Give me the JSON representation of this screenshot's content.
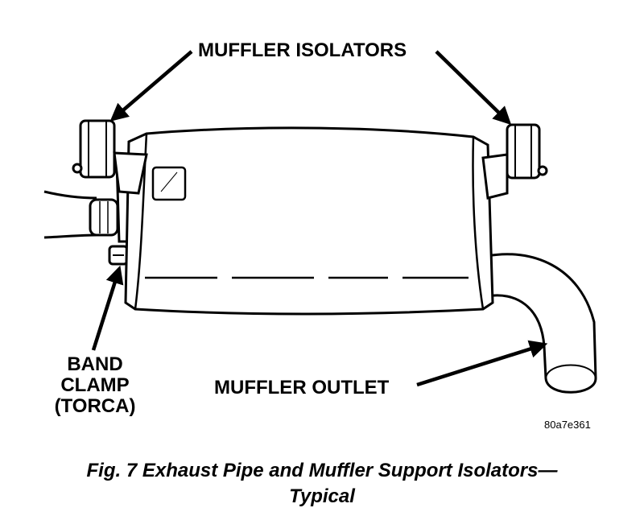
{
  "labels": {
    "muffler_isolators": "MUFFLER ISOLATORS",
    "band_clamp_line1": "BAND",
    "band_clamp_line2": "CLAMP",
    "band_clamp_line3": "(TORCA)",
    "muffler_outlet": "MUFFLER OUTLET"
  },
  "figure_code": "80a7e361",
  "caption": {
    "line1": "Fig. 7 Exhaust Pipe and Muffler Support Isolators—",
    "line2": "Typical"
  }
}
